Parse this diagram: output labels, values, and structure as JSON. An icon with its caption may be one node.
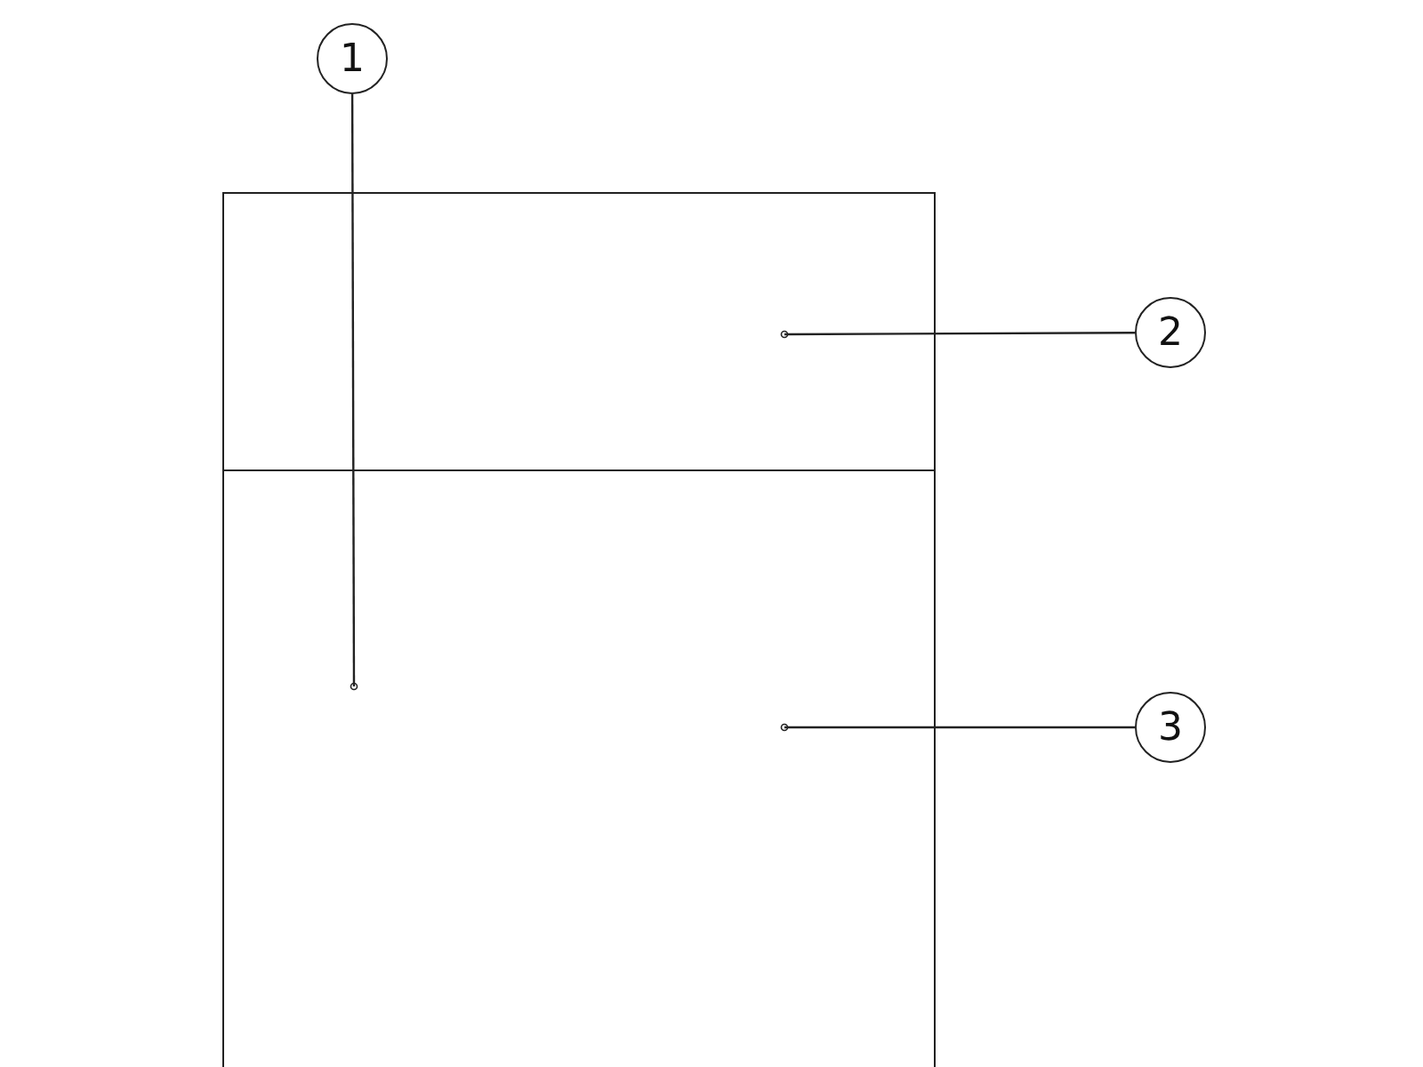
{
  "diagram": {
    "nodes": [
      {
        "text": [
          "1"
        ]
      },
      {
        "text": [
          "2"
        ]
      },
      {
        "text": [
          "3"
        ]
      },
      {
        "text": [],
        "shape": "box"
      },
      {
        "text": [],
        "shape": "box"
      }
    ],
    "edges": [
      {
        "from": 0,
        "to": 4,
        "arrow": "other"
      },
      {
        "from": 1,
        "to": 3,
        "arrow": "other"
      },
      {
        "from": 2,
        "to": 4,
        "arrow": "other"
      }
    ]
  }
}
